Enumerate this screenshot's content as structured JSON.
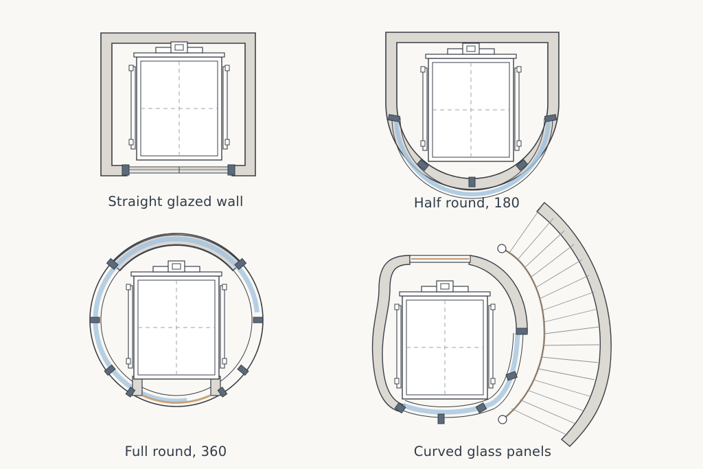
{
  "captions": {
    "straight": "Straight glazed wall",
    "half": "Half round, 180",
    "full": "Full round, 360",
    "curved": "Curved glass panels"
  },
  "colors": {
    "background": "#faf8f4",
    "wall": "#dcd8d2",
    "glass": "#dbe8f3",
    "post": "#5b6b7b",
    "door_strip": "#c8a27a",
    "line": "#3a3f47",
    "caption_text": "#2f3b4a"
  }
}
